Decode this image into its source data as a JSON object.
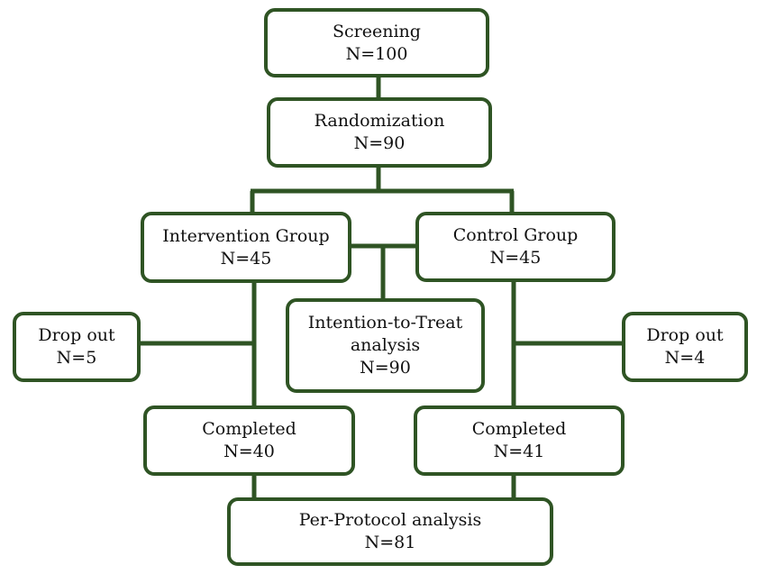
{
  "colors": {
    "border": "#2f5424",
    "text": "#111111",
    "background": "#ffffff"
  },
  "nodes": {
    "screening": {
      "title": "Screening",
      "count": "N=100"
    },
    "randomization": {
      "title": "Randomization",
      "count": "N=90"
    },
    "intervention": {
      "title": "Intervention Group",
      "count": "N=45"
    },
    "control": {
      "title": "Control Group",
      "count": "N=45"
    },
    "itt": {
      "title_line1": "Intention-to-Treat",
      "title_line2": "analysis",
      "count": "N=90"
    },
    "dropout_left": {
      "title": "Drop out",
      "count": "N=5"
    },
    "dropout_right": {
      "title": "Drop out",
      "count": "N=4"
    },
    "completed_left": {
      "title": "Completed",
      "count": "N=40"
    },
    "completed_right": {
      "title": "Completed",
      "count": "N=41"
    },
    "per_protocol": {
      "title": "Per-Protocol analysis",
      "count": "N=81"
    }
  }
}
